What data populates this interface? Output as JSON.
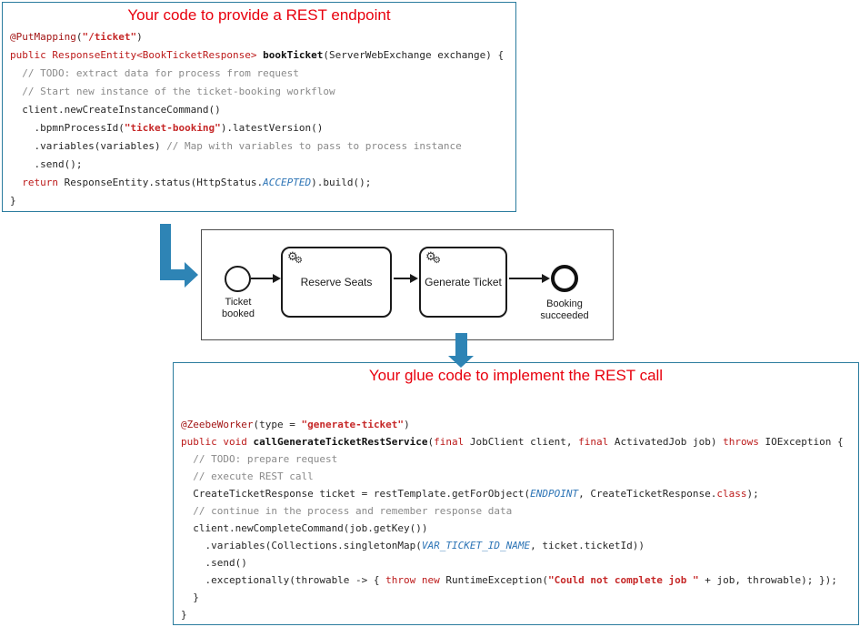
{
  "colors": {
    "box_border": "#2a7c9e",
    "title_red": "#e8000d",
    "arrow_blue": "#2e84b5",
    "tok_ann": "#a31515",
    "tok_kw": "#bc1a1a",
    "tok_str": "#c62828",
    "tok_cmt": "#8a8a8a",
    "tok_const": "#2e75b6",
    "tok_pln": "#262626",
    "tok_fn": "#111111"
  },
  "top_panel": {
    "title": "Your code to provide a REST endpoint",
    "lines": [
      [
        {
          "t": "@PutMapping",
          "c": "ann"
        },
        {
          "t": "(",
          "c": "pln"
        },
        {
          "t": "\"/ticket\"",
          "c": "str"
        },
        {
          "t": ")",
          "c": "pln"
        }
      ],
      [
        {
          "t": "public ResponseEntity<BookTicketResponse> ",
          "c": "kw"
        },
        {
          "t": "bookTicket",
          "c": "fn"
        },
        {
          "t": "(ServerWebExchange exchange) {",
          "c": "pln"
        }
      ],
      [
        {
          "t": "  // TODO: extract data for process from request",
          "c": "cmt"
        }
      ],
      [
        {
          "t": "  // Start new instance of the ticket-booking workflow",
          "c": "cmt"
        }
      ],
      [
        {
          "t": "  client.newCreateInstanceCommand()",
          "c": "pln"
        }
      ],
      [
        {
          "t": "    .bpmnProcessId(",
          "c": "pln"
        },
        {
          "t": "\"ticket-booking\"",
          "c": "str"
        },
        {
          "t": ").latestVersion()",
          "c": "pln"
        }
      ],
      [
        {
          "t": "    .variables(variables) ",
          "c": "pln"
        },
        {
          "t": "// Map with variables to pass to process instance",
          "c": "cmt"
        }
      ],
      [
        {
          "t": "    .send();",
          "c": "pln"
        }
      ],
      [
        {
          "t": "  ",
          "c": "pln"
        },
        {
          "t": "return ",
          "c": "kw"
        },
        {
          "t": "ResponseEntity.status(HttpStatus.",
          "c": "pln"
        },
        {
          "t": "ACCEPTED",
          "c": "const"
        },
        {
          "t": ").build();",
          "c": "pln"
        }
      ],
      [
        {
          "t": "}",
          "c": "pln"
        }
      ]
    ]
  },
  "bpmn": {
    "start_label": "Ticket\nbooked",
    "tasks": [
      "Reserve Seats",
      "Generate Ticket"
    ],
    "end_label": "Booking\nsucceeded"
  },
  "bottom_panel": {
    "title": "Your glue code to implement the REST call",
    "lines": [
      [
        {
          "t": "@ZeebeWorker",
          "c": "ann"
        },
        {
          "t": "(type = ",
          "c": "pln"
        },
        {
          "t": "\"generate-ticket\"",
          "c": "str"
        },
        {
          "t": ")",
          "c": "pln"
        }
      ],
      [
        {
          "t": "public void ",
          "c": "kw"
        },
        {
          "t": "callGenerateTicketRestService",
          "c": "fn"
        },
        {
          "t": "(",
          "c": "pln"
        },
        {
          "t": "final ",
          "c": "kw"
        },
        {
          "t": "JobClient client, ",
          "c": "pln"
        },
        {
          "t": "final ",
          "c": "kw"
        },
        {
          "t": "ActivatedJob job) ",
          "c": "pln"
        },
        {
          "t": "throws ",
          "c": "kw"
        },
        {
          "t": "IOException {",
          "c": "pln"
        }
      ],
      [
        {
          "t": "  // TODO: prepare request",
          "c": "cmt"
        }
      ],
      [
        {
          "t": "  // execute REST call",
          "c": "cmt"
        }
      ],
      [
        {
          "t": "  CreateTicketResponse ticket = restTemplate.getForObject(",
          "c": "pln"
        },
        {
          "t": "ENDPOINT",
          "c": "const"
        },
        {
          "t": ", CreateTicketResponse.",
          "c": "pln"
        },
        {
          "t": "class",
          "c": "kw"
        },
        {
          "t": ");",
          "c": "pln"
        }
      ],
      [
        {
          "t": "  // continue in the process and remember response data",
          "c": "cmt"
        }
      ],
      [
        {
          "t": "  client.newCompleteCommand(job.getKey())",
          "c": "pln"
        }
      ],
      [
        {
          "t": "    .variables(Collections.singletonMap(",
          "c": "pln"
        },
        {
          "t": "VAR_TICKET_ID_NAME",
          "c": "const"
        },
        {
          "t": ", ticket.ticketId))",
          "c": "pln"
        }
      ],
      [
        {
          "t": "    .send()",
          "c": "pln"
        }
      ],
      [
        {
          "t": "    .exceptionally(throwable -> { ",
          "c": "pln"
        },
        {
          "t": "throw new ",
          "c": "kw"
        },
        {
          "t": "RuntimeException(",
          "c": "pln"
        },
        {
          "t": "\"Could not complete job \"",
          "c": "str"
        },
        {
          "t": " + job, throwable); });",
          "c": "pln"
        }
      ],
      [
        {
          "t": "  }",
          "c": "pln"
        }
      ],
      [
        {
          "t": "}",
          "c": "pln"
        }
      ]
    ]
  }
}
